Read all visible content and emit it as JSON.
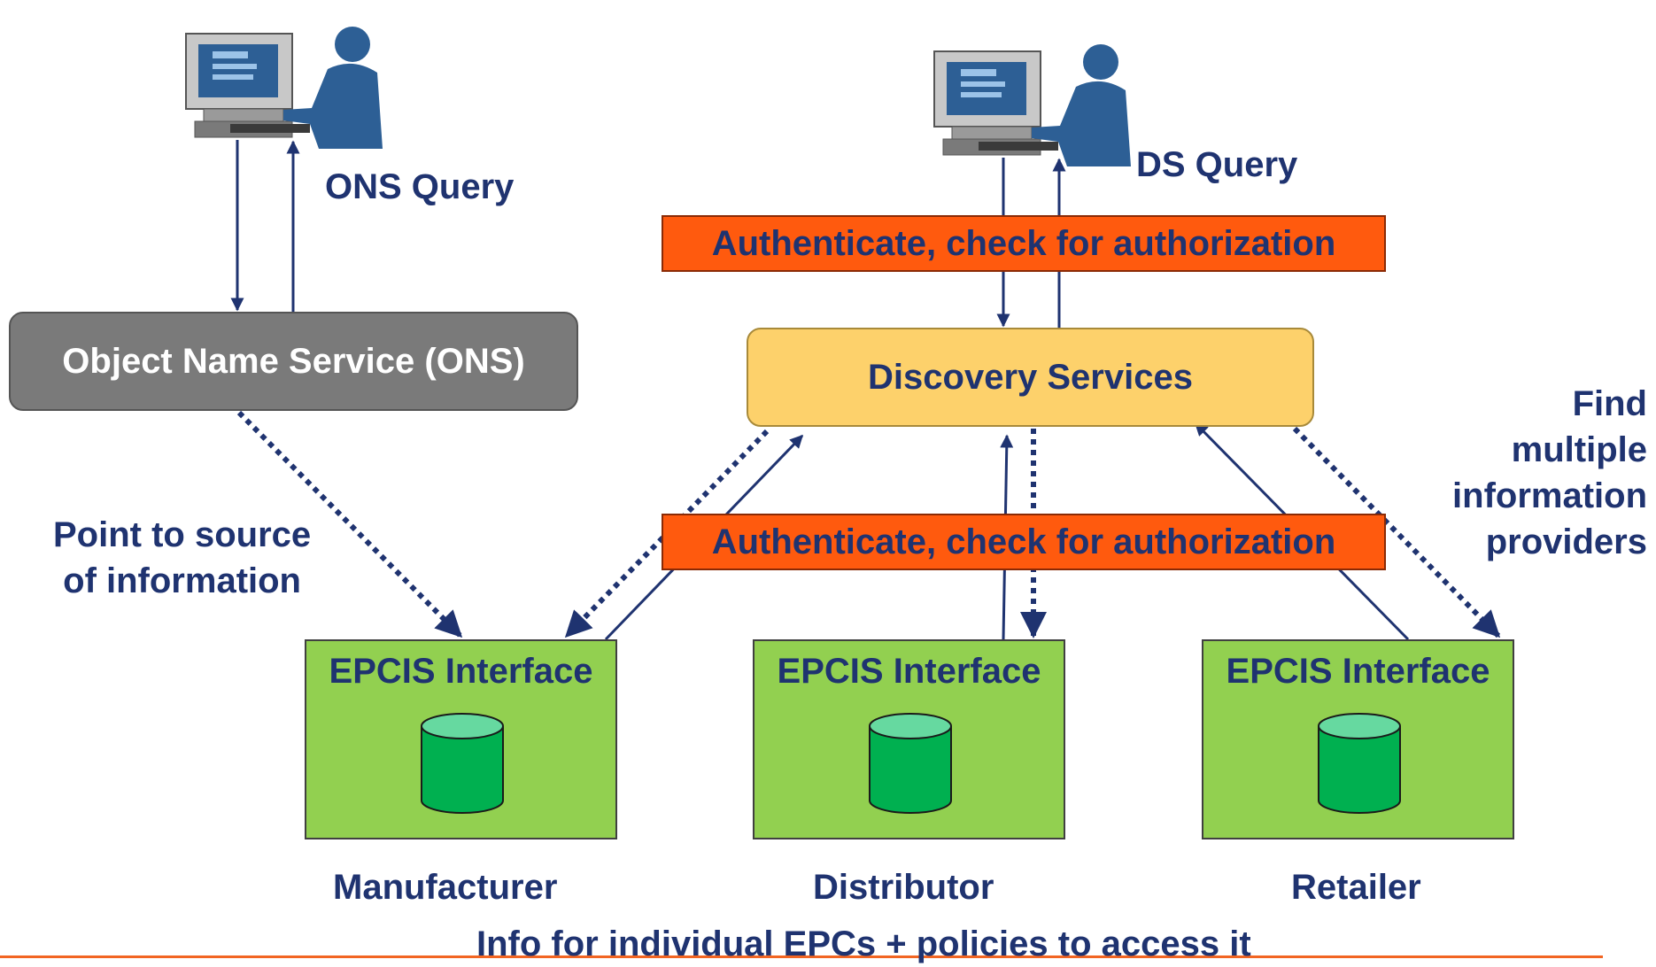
{
  "labels": {
    "ons_query": "ONS Query",
    "ds_query": "DS Query",
    "point_to_source": [
      "Point to source",
      "of information"
    ],
    "find_multiple": [
      "Find",
      "multiple",
      "information",
      "providers"
    ],
    "footer": "Info for individual EPCs + policies to access it"
  },
  "boxes": {
    "ons": "Object Name Service (ONS)",
    "discovery": "Discovery Services",
    "auth_top": "Authenticate, check for authorization",
    "auth_bottom": "Authenticate, check for authorization"
  },
  "epcis": [
    {
      "title": "EPCIS Interface",
      "owner": "Manufacturer"
    },
    {
      "title": "EPCIS Interface",
      "owner": "Distributor"
    },
    {
      "title": "EPCIS Interface",
      "owner": "Retailer"
    }
  ],
  "colors": {
    "text": "#1f3370",
    "ons_box": "#7a7a7a",
    "discovery_box": "#fdd16b",
    "auth_bar": "#ff5a0e",
    "epcis_box": "#92d050",
    "database": "#00b050",
    "database_top": "#66d9a0",
    "person": "#2d5f95",
    "footer_rule": "#f26522"
  },
  "icons": [
    "user-at-computer-icon",
    "database-icon"
  ]
}
